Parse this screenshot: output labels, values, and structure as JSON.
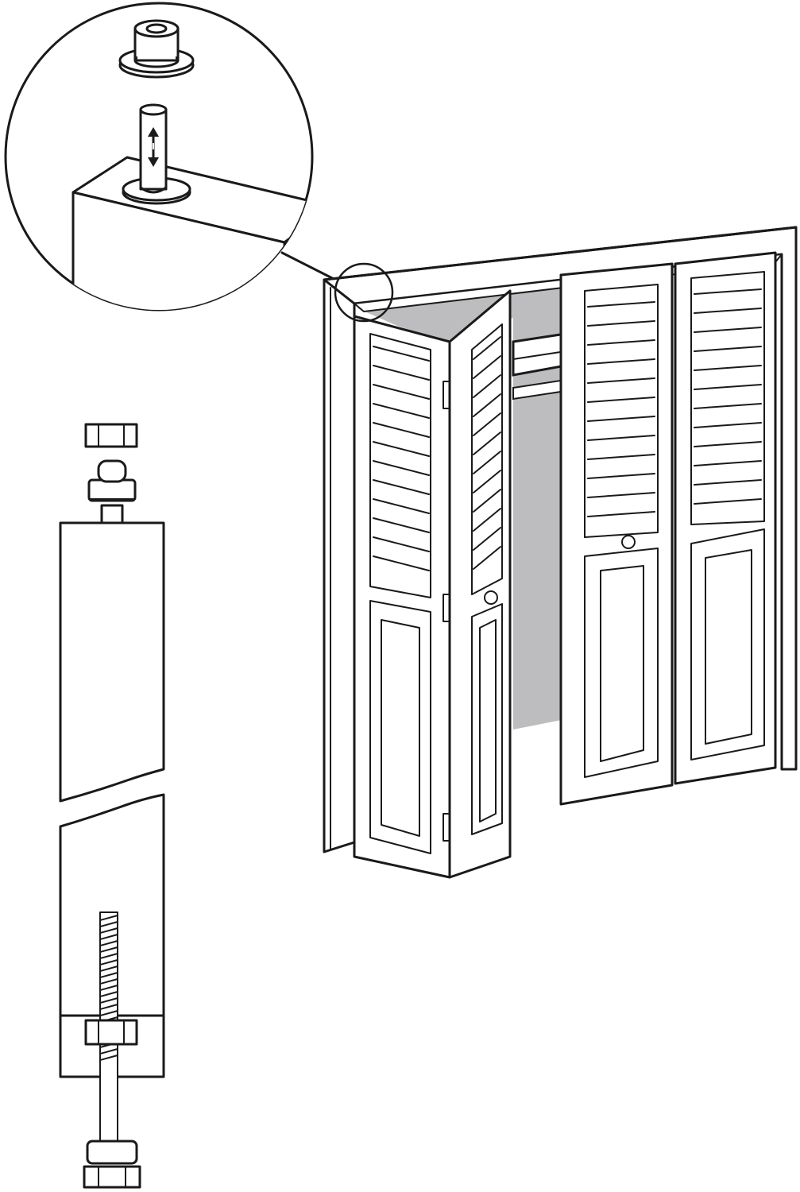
{
  "figure": {
    "description_visible_text": "",
    "colors": {
      "line": "#1a1a1a",
      "closet_interior": "#bdbdbf",
      "background": "#ffffff"
    },
    "components": [
      {
        "id": "detail-callout",
        "icon": "magnifier-circle"
      },
      {
        "id": "pivot-bushing",
        "icon": "bushing"
      },
      {
        "id": "spring-pin",
        "icon": "pin-with-double-arrow"
      },
      {
        "id": "top-guide-cap",
        "icon": "cap"
      },
      {
        "id": "door-section",
        "icon": "door-edge-cutaway"
      },
      {
        "id": "bottom-pivot-bolt",
        "icon": "threaded-rod"
      },
      {
        "id": "bifold-closet-doors",
        "icon": "louvered-bifold-door"
      }
    ]
  }
}
